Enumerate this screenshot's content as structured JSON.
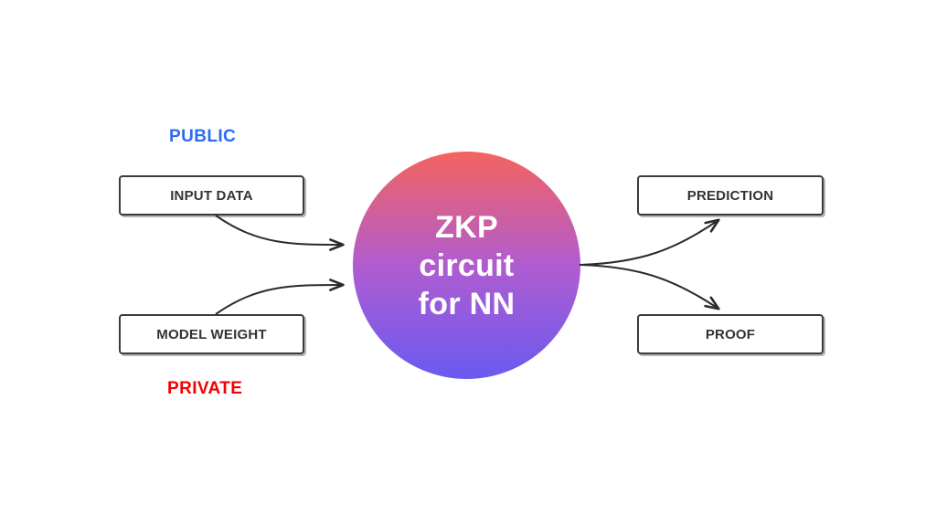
{
  "diagram": {
    "title": "ZKP circuit for NN",
    "background_color": "#ffffff"
  },
  "labels": {
    "public": {
      "text": "PUBLIC",
      "color": "#2d6bf5"
    },
    "private": {
      "text": "PRIVATE",
      "color": "#f50000"
    }
  },
  "inputs": [
    {
      "id": "input-data",
      "label": "INPUT DATA",
      "visibility": "PUBLIC"
    },
    {
      "id": "model-weight",
      "label": "MODEL WEIGHT",
      "visibility": "PRIVATE"
    }
  ],
  "outputs": [
    {
      "id": "prediction",
      "label": "PREDICTION"
    },
    {
      "id": "proof",
      "label": "PROOF"
    }
  ],
  "circle": {
    "lines": [
      "ZKP",
      "circuit",
      "for NN"
    ],
    "text_color": "#ffffff",
    "gradient": {
      "top": "#f4645e",
      "middle": "#b05cd0",
      "bottom": "#6a5af0"
    }
  },
  "connectors": {
    "stroke_color": "#2b2b2b",
    "edges": [
      {
        "from": "input-data",
        "to": "zkp-circuit"
      },
      {
        "from": "model-weight",
        "to": "zkp-circuit"
      },
      {
        "from": "zkp-circuit",
        "to": "prediction"
      },
      {
        "from": "zkp-circuit",
        "to": "proof"
      }
    ]
  }
}
